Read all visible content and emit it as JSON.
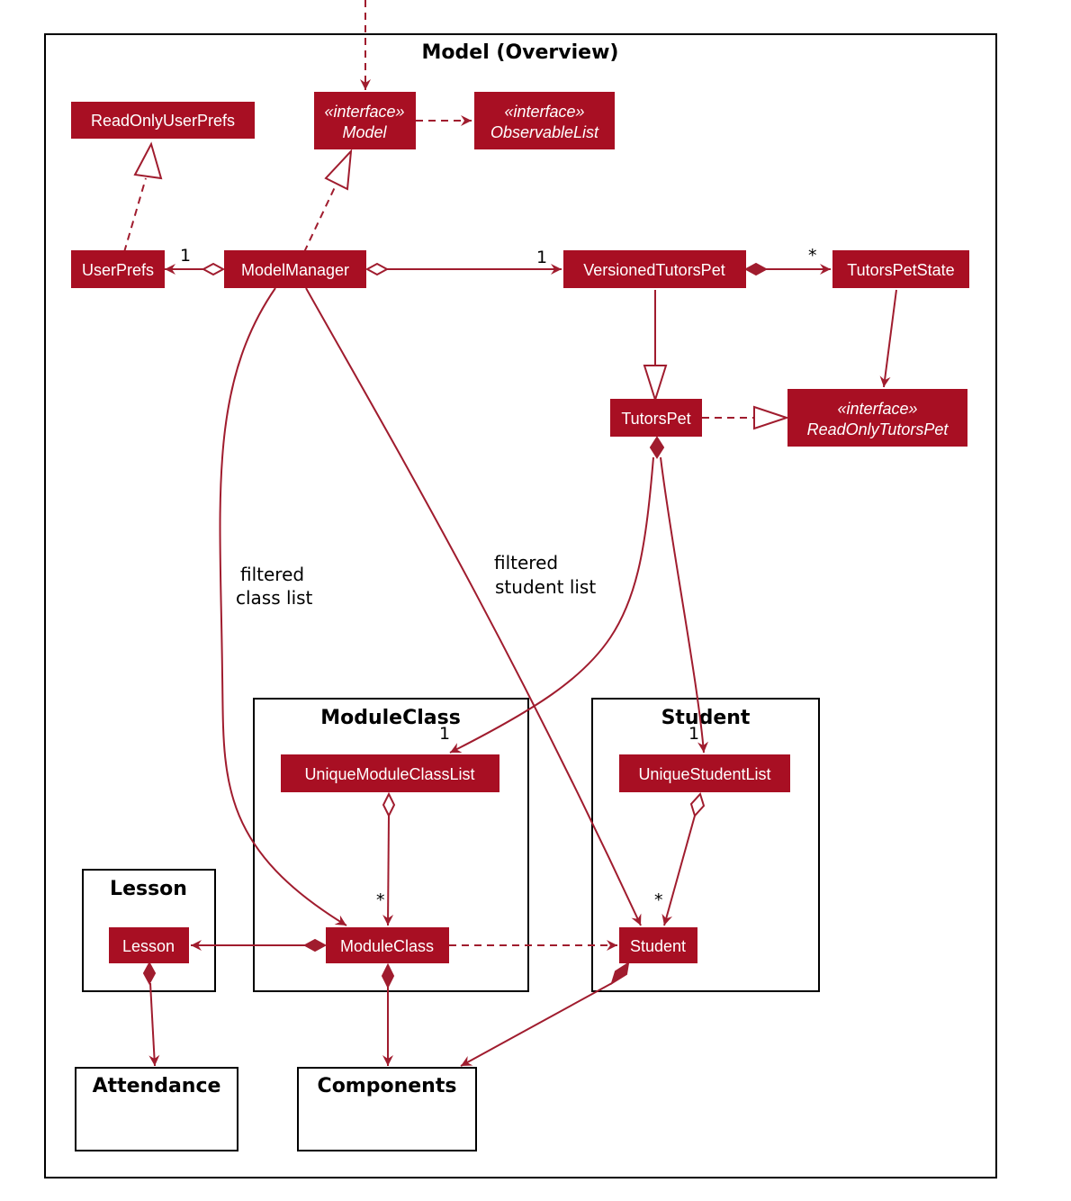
{
  "diagram": {
    "title": "Model (Overview)",
    "colors": {
      "class_fill": "#a80f23",
      "class_text": "#ffffff",
      "edge": "#a01c2e",
      "frame": "#000000"
    },
    "classes": {
      "read_only_user_prefs": {
        "name": "ReadOnlyUserPrefs"
      },
      "model": {
        "stereotype": "«interface»",
        "name": "Model"
      },
      "observable_list": {
        "stereotype": "«interface»",
        "name": "ObservableList"
      },
      "user_prefs": {
        "name": "UserPrefs"
      },
      "model_manager": {
        "name": "ModelManager"
      },
      "versioned_tutors_pet": {
        "name": "VersionedTutorsPet"
      },
      "tutors_pet_state": {
        "name": "TutorsPetState"
      },
      "tutors_pet": {
        "name": "TutorsPet"
      },
      "read_only_tutors_pet": {
        "stereotype": "«interface»",
        "name": "ReadOnlyTutorsPet"
      },
      "unique_module_class_list": {
        "name": "UniqueModuleClassList"
      },
      "unique_student_list": {
        "name": "UniqueStudentList"
      },
      "lesson": {
        "name": "Lesson"
      },
      "module_class": {
        "name": "ModuleClass"
      },
      "student": {
        "name": "Student"
      }
    },
    "packages": {
      "module_class": "ModuleClass",
      "student": "Student",
      "lesson": "Lesson",
      "attendance": "Attendance",
      "components": "Components"
    },
    "edge_labels": {
      "filtered_class_list_1": "filtered",
      "filtered_class_list_2": "class list",
      "filtered_student_list_1": "filtered",
      "filtered_student_list_2": "student list"
    },
    "multiplicities": {
      "user_prefs": "1",
      "versioned_tutors_pet": "1",
      "tutors_pet_state": "*",
      "unique_module_class_list": "1",
      "unique_student_list": "1",
      "module_class": "*",
      "student": "*"
    }
  }
}
